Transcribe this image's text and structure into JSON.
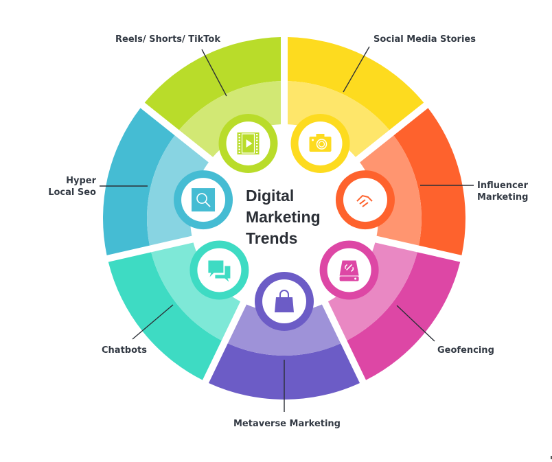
{
  "title": "Digital Marketing Trends",
  "title_lines": [
    "Digital",
    "Marketing",
    "Trends"
  ],
  "segments": [
    {
      "id": "social-media-stories",
      "label": "Social Media Stories",
      "icon": "camera-icon",
      "dark": "#FDDB1F",
      "light": "#FEE66A"
    },
    {
      "id": "influencer-marketing",
      "label": "Influencer Marketing",
      "label_lines": [
        "Influencer",
        "Marketing"
      ],
      "icon": "handshake-icon",
      "dark": "#FE622D",
      "light": "#FF9570"
    },
    {
      "id": "geofencing",
      "label": "Geofencing",
      "icon": "drive-link-icon",
      "dark": "#DD47A5",
      "light": "#E988C3"
    },
    {
      "id": "metaverse-marketing",
      "label": "Metaverse Marketing",
      "icon": "shopping-bag-icon",
      "dark": "#6C5CC6",
      "light": "#9E92D8"
    },
    {
      "id": "chatbots",
      "label": "Chatbots",
      "icon": "chat-bubbles-icon",
      "dark": "#3EDBC3",
      "light": "#7EE8D7"
    },
    {
      "id": "hyper-local-seo",
      "label": "Hyper Local Seo",
      "label_lines": [
        "Hyper",
        "Local Seo"
      ],
      "icon": "search-icon",
      "dark": "#45BCD3",
      "light": "#88D4E2"
    },
    {
      "id": "reels-shorts-tiktok",
      "label": "Reels/ Shorts/ TikTok",
      "icon": "video-film-icon",
      "dark": "#B9DC2A",
      "light": "#D2E874"
    }
  ],
  "labels": {
    "reels": "Reels/ Shorts/ TikTok",
    "stories": "Social Media Stories",
    "influencer_1": "Influencer",
    "influencer_2": "Marketing",
    "hyper_1": "Hyper",
    "hyper_2": "Local Seo",
    "chatbots": "Chatbots",
    "geofencing": "Geofencing",
    "metaverse": "Metaverse Marketing"
  },
  "colors": {
    "text": "#333A44",
    "leader_line": "#2B2F36",
    "background": "#FFFFFF"
  }
}
